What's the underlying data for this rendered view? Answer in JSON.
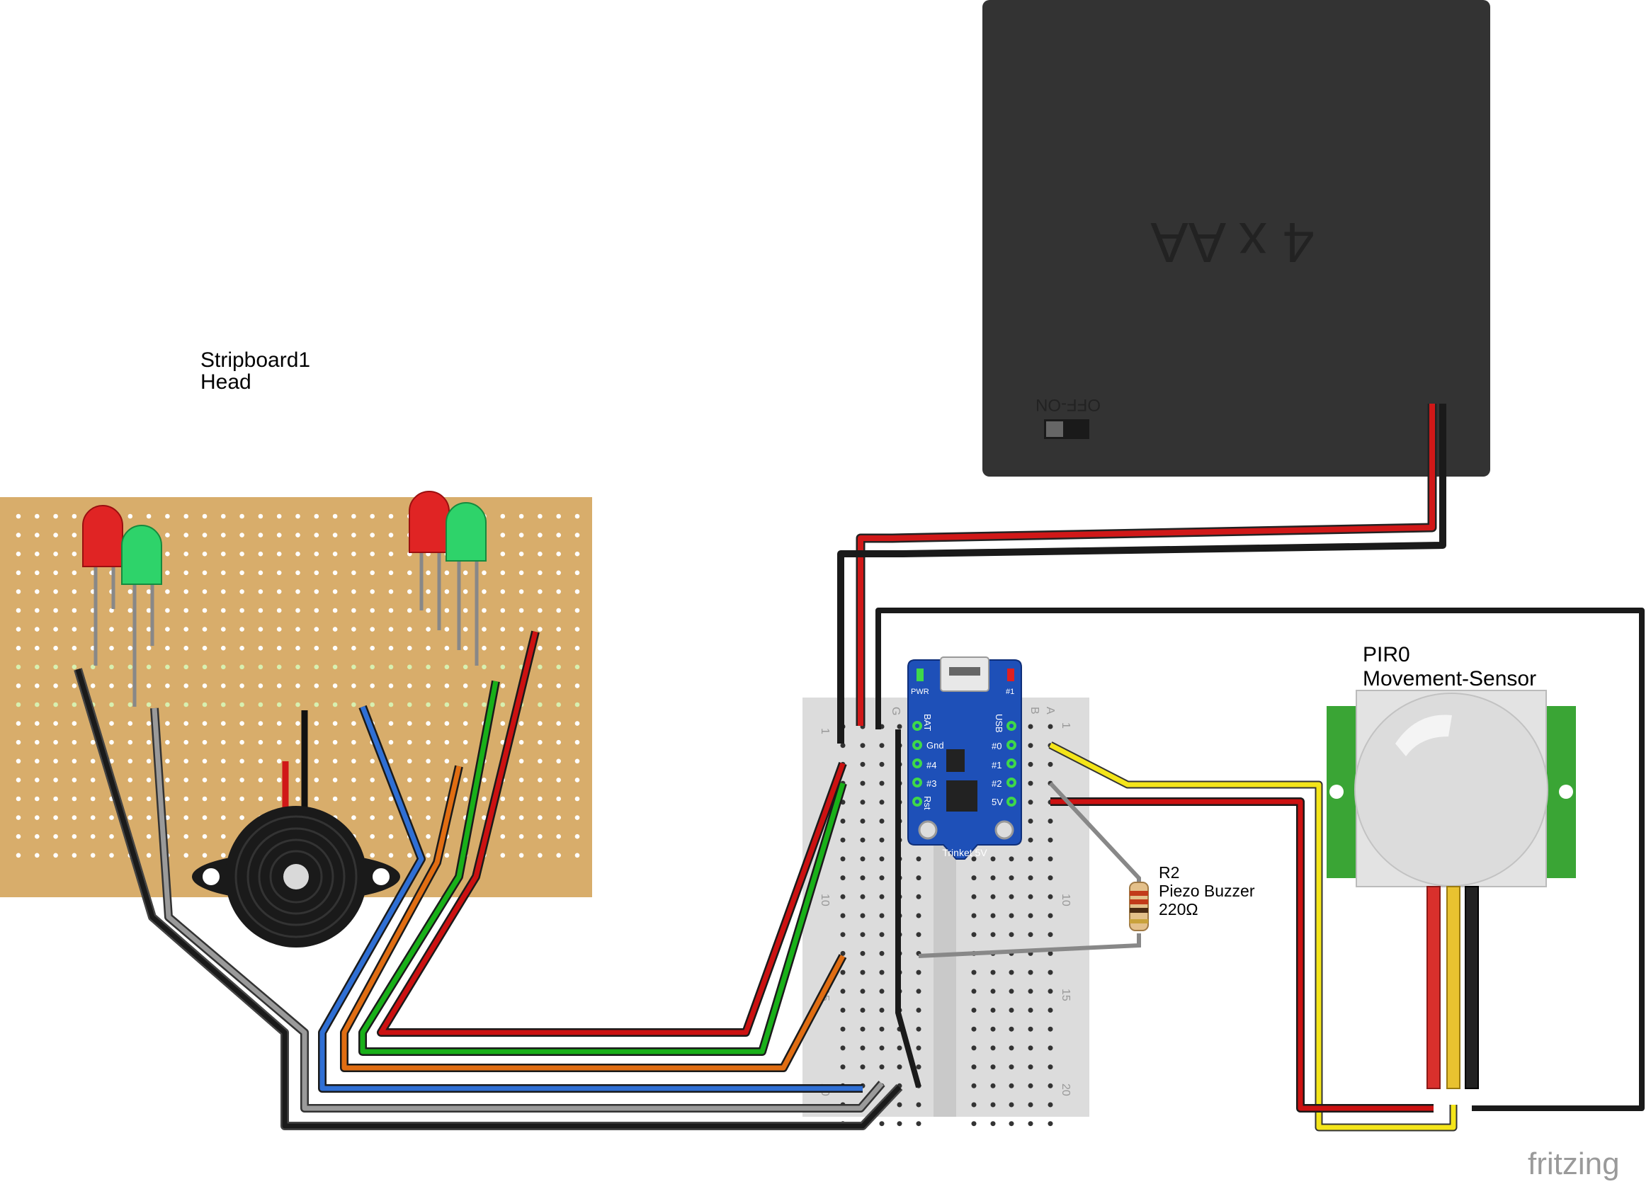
{
  "labels": {
    "stripboard_name": "Stripboard1",
    "stripboard_desc": "Head",
    "pir_name": "PIR0",
    "pir_desc": "Movement-Sensor",
    "resistor_name": "R2",
    "resistor_desc": "Piezo Buzzer",
    "resistor_value": "220Ω",
    "battery_label": "4 x AA",
    "battery_switch": "OFF-ON",
    "trinket_label": "Trinket 5V",
    "trinket_pwr": "PWR",
    "trinket_bat": "BAT",
    "trinket_usb": "USB",
    "trinket_gnd": "Gnd",
    "trinket_p4": "#4",
    "trinket_p3": "#3",
    "trinket_rst": "Rst",
    "trinket_p0": "#0",
    "trinket_p1": "#1",
    "trinket_p2": "#2",
    "trinket_5v": "5V",
    "trinket_one": "#1",
    "bb_row_1_left": "1",
    "bb_row_10_left": "10",
    "bb_row_15_left": "15",
    "bb_row_20_left": "20",
    "bb_row_1_right": "1",
    "bb_row_10_right": "10",
    "bb_row_15_right": "15",
    "bb_row_20_right": "20",
    "bb_col_g": "G",
    "bb_col_b": "B",
    "bb_col_a": "A",
    "logo": "fritzing"
  },
  "colors": {
    "stripboard": "#d8ad6b",
    "battery": "#333333",
    "trinket": "#1e50b8",
    "pir_board": "#3aa535",
    "wire_red": "#cc1111",
    "wire_black": "#1a1a1a",
    "wire_green": "#19b019",
    "wire_orange": "#e06d12",
    "wire_blue": "#2f6fd4",
    "wire_gray": "#8a8a8a",
    "wire_yellow": "#f4e51a"
  }
}
